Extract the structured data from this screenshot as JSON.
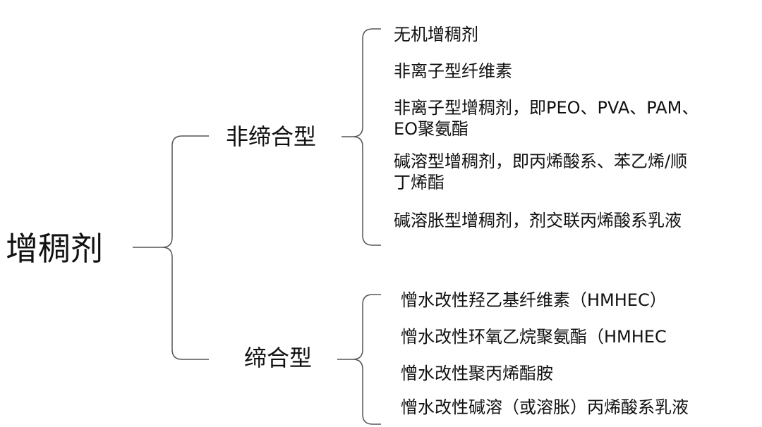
{
  "root": "增稠剂",
  "categories": [
    {
      "label": "非缔合型",
      "items": [
        [
          "无机增稠剂"
        ],
        [
          "非离子型纤维素"
        ],
        [
          "非离子型增稠剂，即PEO、PVA、PAM、",
          "EO聚氨酯"
        ],
        [
          "碱溶型增稠剂，即丙烯酸系、苯乙烯/顺",
          "丁烯酯"
        ],
        [
          "碱溶胀型增稠剂，剂交联丙烯酸系乳液"
        ]
      ]
    },
    {
      "label": "缔合型",
      "items": [
        [
          "憎水改性羟乙基纤维素（HMHEC）"
        ],
        [
          "憎水改性环氧乙烷聚氨酯（HMHEC"
        ],
        [
          "憎水改性聚丙烯酯胺"
        ],
        [
          "憎水改性碱溶（或溶胀）丙烯酸系乳液"
        ]
      ]
    }
  ]
}
